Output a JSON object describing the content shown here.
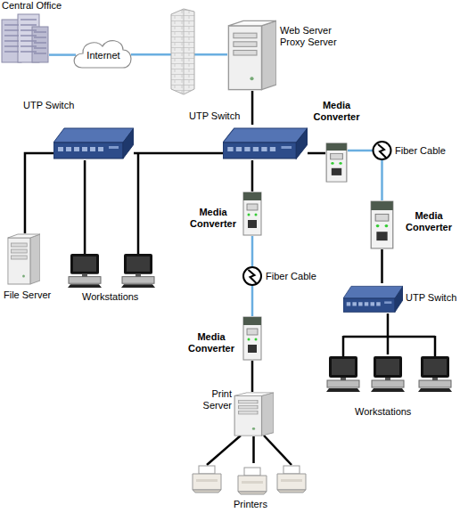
{
  "diagram": {
    "nodes": [
      {
        "text": [
          "Central Office"
        ]
      },
      {
        "text": [
          "Internet"
        ]
      },
      {
        "text": [
          "Web Server Proxy Server"
        ]
      },
      {
        "text": [
          "UTP Switch"
        ]
      },
      {
        "text": [
          "UTP Switch"
        ]
      },
      {
        "text": [
          "Media Converter"
        ]
      },
      {
        "text": [
          "Media Converter"
        ]
      },
      {
        "text": [
          "File Server"
        ]
      },
      {
        "text": [
          "Workstations"
        ]
      },
      {
        "text": [
          "Media Converter"
        ]
      },
      {
        "text": [
          "UTP Switch"
        ]
      },
      {
        "text": [
          "Media Converter"
        ]
      },
      {
        "text": [
          "Workstations"
        ]
      },
      {
        "text": [
          "Print Server"
        ]
      },
      {
        "text": [
          "Printers"
        ]
      }
    ],
    "edges": [
      {
        "from": 0,
        "to": 1,
        "arrow": "none"
      },
      {
        "from": 1,
        "to": 2,
        "arrow": "none"
      },
      {
        "from": 2,
        "to": 4,
        "arrow": "none"
      },
      {
        "from": 3,
        "to": 4,
        "arrow": "none"
      },
      {
        "from": 3,
        "to": 7,
        "arrow": "none"
      },
      {
        "from": 3,
        "to": 8,
        "arrow": "none"
      },
      {
        "from": 4,
        "to": 5,
        "arrow": "none"
      },
      {
        "from": 5,
        "to": 6,
        "label": "Fiber Cable",
        "arrow": "none"
      },
      {
        "from": 6,
        "to": 10,
        "arrow": "none"
      },
      {
        "from": 10,
        "to": 12,
        "arrow": "none"
      },
      {
        "from": 4,
        "to": 9,
        "arrow": "none"
      },
      {
        "from": 9,
        "to": 11,
        "label": "Fiber Cable",
        "arrow": "none"
      },
      {
        "from": 11,
        "to": 13,
        "arrow": "none"
      },
      {
        "from": 13,
        "to": 14,
        "arrow": "none"
      }
    ]
  }
}
